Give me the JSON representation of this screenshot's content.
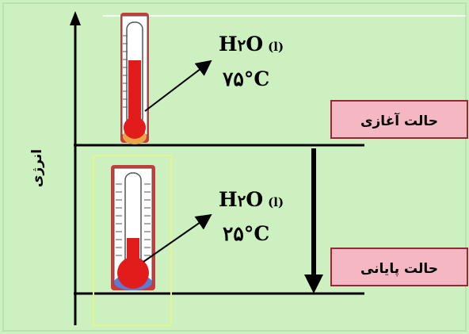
{
  "colors": {
    "background": "#ccf0c0",
    "border": "#b9e3ae",
    "label_box": "#f5b8c3",
    "label_box_border": "#9c2438",
    "mercury": "#e21b1b",
    "bulb_base_top": "#e7a64a",
    "bulb_base_bottom": "#5d7bd4"
  },
  "axis": {
    "label": "انرژی"
  },
  "top_sample": {
    "formula": "H",
    "formula_sub": "۲",
    "formula_rest": "O",
    "phase": "(l)",
    "temperature": "۷۵°C"
  },
  "bottom_sample": {
    "formula": "H",
    "formula_sub": "۲",
    "formula_rest": "O",
    "phase": "(l)",
    "temperature": "۲۵°C"
  },
  "states": {
    "initial": "حالت آغازی",
    "final": "حالت پایانی"
  },
  "icons": {
    "thermometer_hot": "thermometer-icon",
    "thermometer_cool": "thermometer-icon"
  }
}
